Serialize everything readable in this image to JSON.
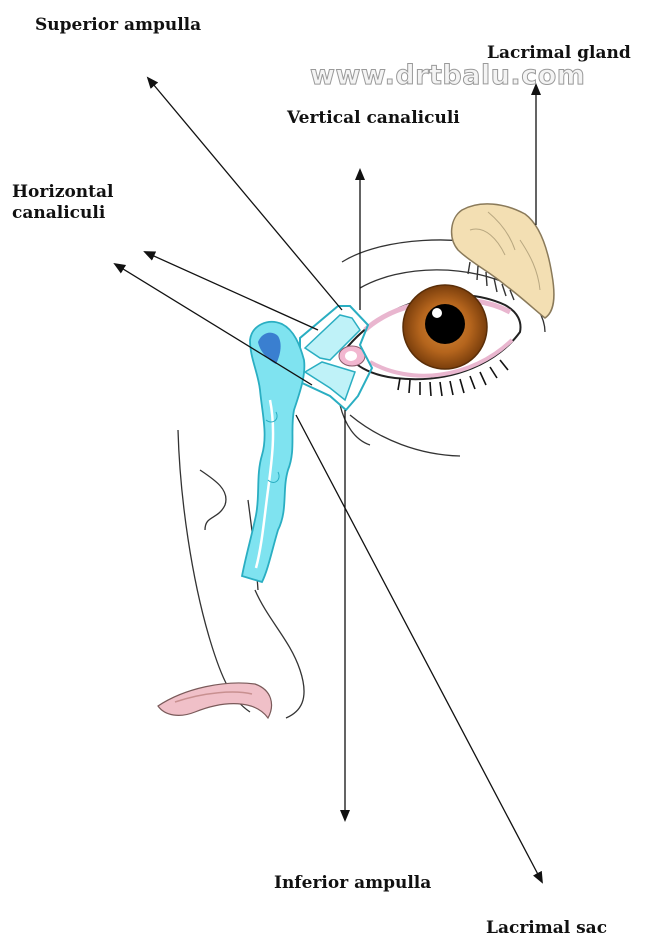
{
  "watermark": "www.drtbalu.com",
  "labels": {
    "superior_ampulla": "Superior ampulla",
    "lacrimal_gland": "Lacrimal gland",
    "vertical_canaliculi": "Vertical canaliculi",
    "horizontal_canaliculi": "Horizontal canaliculi",
    "inferior_ampulla": "Inferior ampulla",
    "lacrimal_sac": "Lacrimal sac"
  },
  "colors": {
    "duct_fill": "#7fe3f0",
    "duct_shade": "#3a7fd0",
    "duct_outline": "#2aaec2",
    "gland_fill": "#f3dfb3",
    "gland_outline": "#8a7a5a",
    "iris": "#b5651d",
    "pupil": "#000000",
    "caruncle": "#f2b7d0",
    "nostril": "#f0c0c8",
    "line": "#111111"
  }
}
